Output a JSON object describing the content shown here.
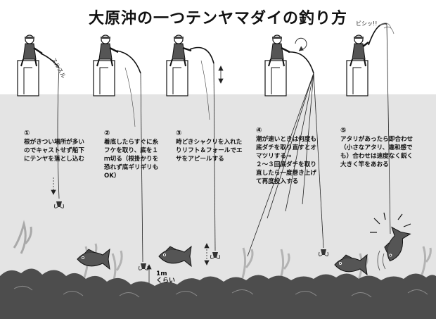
{
  "title": "大原沖の一つテンヤマダイの釣り方",
  "steps": [
    {
      "number": "①",
      "lines": [
        "根がきつい場所が多い",
        "のでキャストせず船下",
        "にテンヤを落とし込む"
      ]
    },
    {
      "number": "②",
      "lines": [
        "着底したらすぐに糸",
        "フケを取り、底を１",
        "ｍ切る（根掛かりを",
        "恐れず底ギリギリも",
        "OK）"
      ]
    },
    {
      "number": "③",
      "lines": [
        "時どきシャクリを入れた",
        "りリフト＆フォールでエ",
        "サをアピールする"
      ]
    },
    {
      "number": "④",
      "lines": [
        "潮が速いときは何度も",
        "底ダチを取り直すとオ",
        "マツリする→",
        "２～３回底ダチを取り",
        "直したら一度巻き上げ",
        "て再度投入する"
      ]
    },
    {
      "number": "⑤",
      "lines": [
        "アタリがあったら即合わせ",
        "（小さなアタリ、違和感で",
        "も）合わせは速度なく鋭く",
        "大きく竿をあおる"
      ]
    }
  ],
  "sound_effects": {
    "reel": "スルスル",
    "strike": "ビシッ!!"
  },
  "distance_label": {
    "value": "1m",
    "approx": "くらい"
  },
  "colors": {
    "ink": "#111111",
    "water": "#e4e4e4",
    "rock": "#4a4a4a",
    "seaweed": "#bdbdbd",
    "line": "#222222"
  },
  "icons": [
    "angler-icon",
    "fishing-rod-icon",
    "tenya-lure-icon",
    "red-snapper-icon",
    "rocky-seabed",
    "seaweed-icon",
    "reel-rotation-icon",
    "up-down-arrow-icon",
    "strike-burst-icon"
  ]
}
